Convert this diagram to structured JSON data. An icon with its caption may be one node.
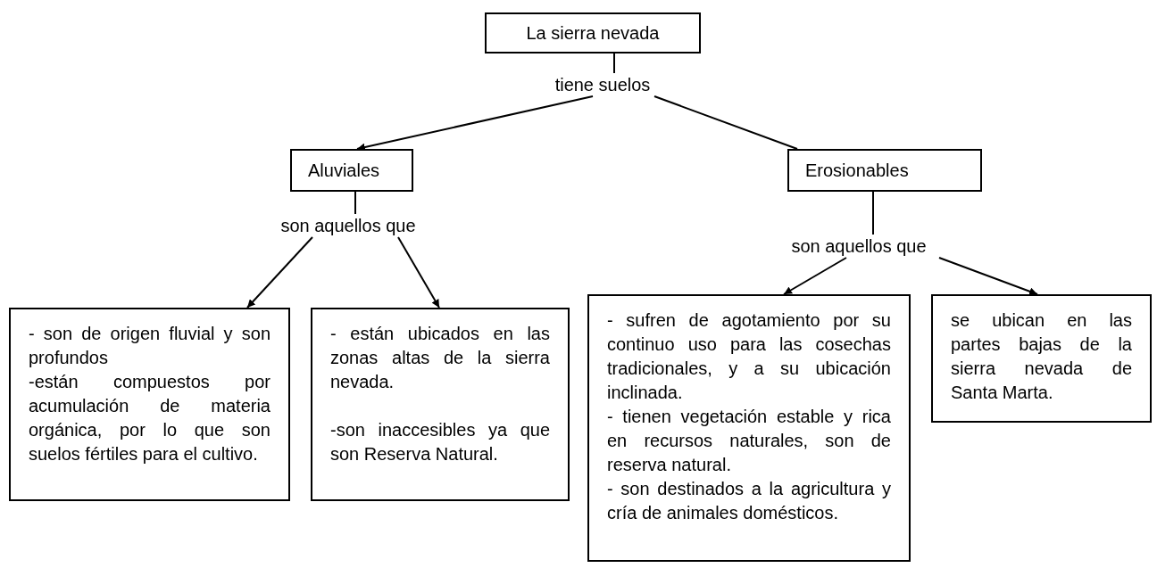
{
  "diagram": {
    "nodes": [
      {
        "text": [
          "La sierra nevada"
        ]
      },
      {
        "text": [
          "tiene suelos"
        ]
      },
      {
        "text": [
          "Aluviales"
        ]
      },
      {
        "text": [
          "Erosionables"
        ]
      },
      {
        "text": [
          "son aquellos que"
        ]
      },
      {
        "text": [
          "son aquellos que"
        ]
      },
      {
        "text": [
          "- son de origen fluvial y son profundos",
          "-están compuestos por acumulación de materia orgánica, por lo que son suelos fértiles para el cultivo."
        ]
      },
      {
        "text": [
          "- están ubicados en las zonas altas de la sierra nevada.",
          "-son inaccesibles ya que son Reserva Natural."
        ]
      },
      {
        "text": [
          "- sufren de agotamiento por su continuo uso para las cosechas tradicionales, y a su ubicación inclinada.",
          "- tienen vegetación estable y rica en recursos naturales, son de reserva natural.",
          "- son destinados a la agricultura y cría de animales domésticos."
        ]
      },
      {
        "text": [
          "se ubican en las partes bajas de la sierra nevada de Santa Marta."
        ]
      }
    ],
    "edges": [
      {
        "from": 0,
        "to": 1,
        "arrow": "none"
      },
      {
        "from": 1,
        "to": 2,
        "arrow": "to"
      },
      {
        "from": 1,
        "to": 3,
        "arrow": "none"
      },
      {
        "from": 2,
        "to": 4,
        "arrow": "none"
      },
      {
        "from": 3,
        "to": 5,
        "arrow": "none"
      },
      {
        "from": 4,
        "to": 6,
        "arrow": "to"
      },
      {
        "from": 4,
        "to": 7,
        "arrow": "to"
      },
      {
        "from": 5,
        "to": 8,
        "arrow": "to"
      },
      {
        "from": 5,
        "to": 9,
        "arrow": "to"
      }
    ]
  }
}
